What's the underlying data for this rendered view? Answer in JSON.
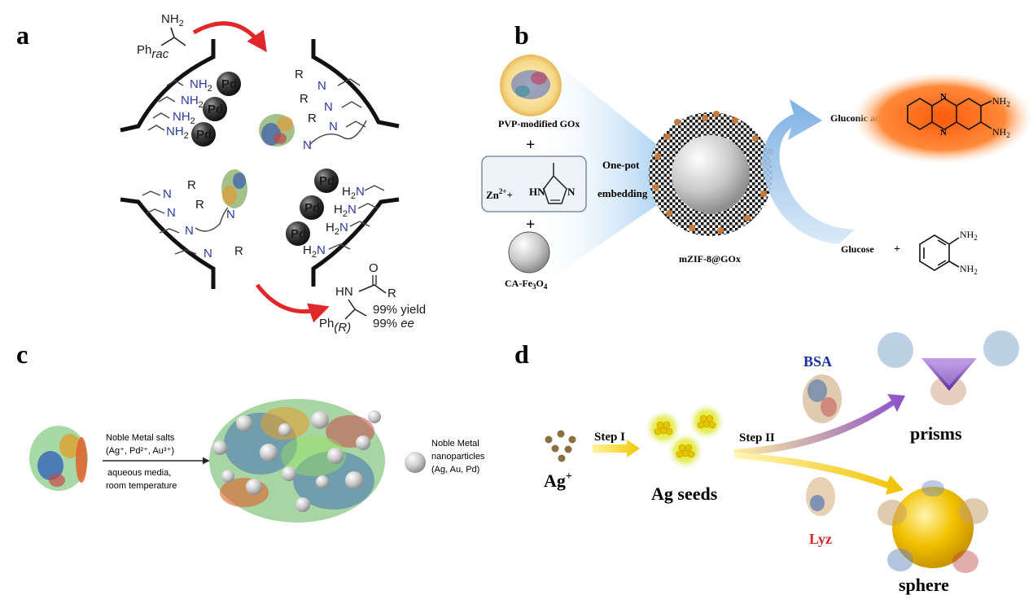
{
  "panels": {
    "a": {
      "letter": "a",
      "top_molecule": {
        "amine": "NH",
        "sub2": "2",
        "ph": "Ph",
        "rac": "rac"
      },
      "pd": "Pd",
      "nh2_a": "NH",
      "nh2_b": "2",
      "h2n": "H",
      "h2n_sub": "2",
      "h2n_n": "N",
      "imine_n": "N",
      "imine_r": "R",
      "product": {
        "hn": "HN",
        "o": "O",
        "r": "R",
        "ph": "Ph",
        "r_conf": "(R)"
      },
      "yield": "99% yield",
      "ee_num": "99%",
      "ee_word": "ee"
    },
    "b": {
      "letter": "b",
      "pvp_label": "PVP-modified  GOx",
      "plus": "+",
      "zn": "Zn",
      "zn_sup": "2+",
      "zn_plus": "+",
      "hn": "HN",
      "n": "N",
      "ca_label_pre": "CA-Fe",
      "ca_3": "3",
      "ca_o": "O",
      "ca_4": "4",
      "onepot_1": "One-pot",
      "onepot_2": "embedding",
      "mzif_label": "mZIF-8@GOx",
      "gluconic": "Gluconic acid +",
      "glucose": "Glucose",
      "glucose_plus": "+",
      "nh2": "NH",
      "nh2_sub": "2",
      "n_ring": "N"
    },
    "c": {
      "letter": "c",
      "arrow_top_1": "Noble Metal salts",
      "arrow_top_2": "(Ag⁺, Pd²⁺, Au³⁺)",
      "arrow_bot_1": "aqueous media,",
      "arrow_bot_2": "room temperature",
      "np_1": "Noble Metal",
      "np_2": "nanoparticles",
      "np_3": "(Ag, Au, Pd)"
    },
    "d": {
      "letter": "d",
      "ag_plus": "Ag",
      "ag_sup": "+",
      "step1": "Step I",
      "ag_seeds": "Ag seeds",
      "step2": "Step II",
      "bsa": "BSA",
      "lyz": "Lyz",
      "prisms": "prisms",
      "sphere": "sphere"
    }
  },
  "colors": {
    "red_arrow": "#e0282a",
    "blue_N": "#2b3a9e",
    "pd_sphere": "#3a3a3a",
    "bsa": "#1a2ea8",
    "lyz": "#d42a2a",
    "gold": "#f2c200",
    "orange_glow": "#ff6a1a",
    "light_blue": "#9ecbf0"
  }
}
